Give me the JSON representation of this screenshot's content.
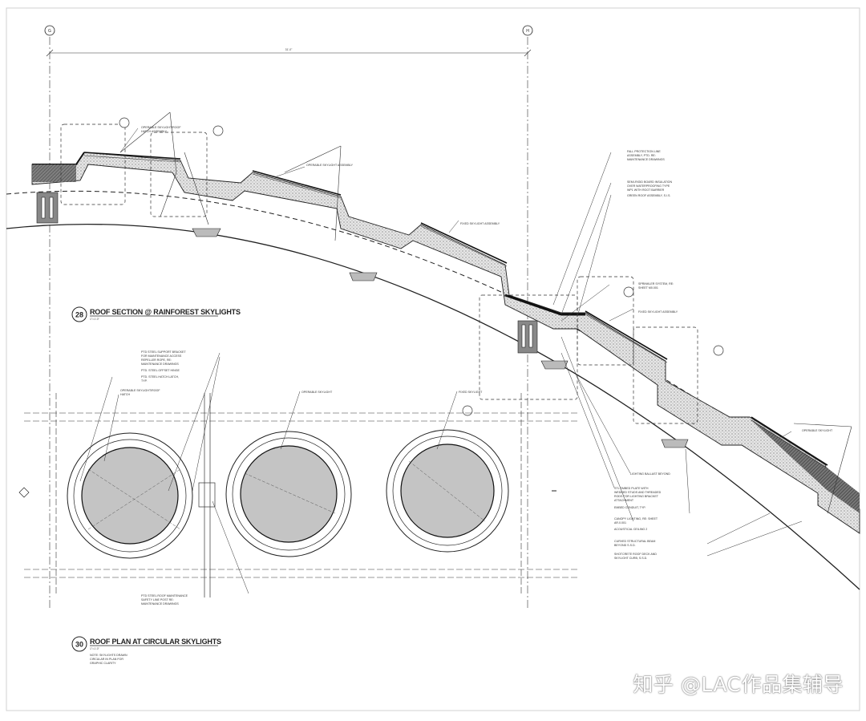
{
  "grid_lines": {
    "left": "G",
    "right": "H",
    "dimension": "31'-0\""
  },
  "section_28": {
    "number": "28",
    "title": "ROOF SECTION @ RAINFOREST SKYLIGHTS",
    "scale": "1\"=1'-0\"",
    "callouts": {
      "operable_hatch": [
        "OPERABLE SKYLIGHT/ROOF",
        "HATCH ASSEMBLY"
      ],
      "operable_skylight": "OPERABLE SKYLIGHT ASSEMBLY",
      "fixed_skylight_upper": "FIXED SKYLIGHT ASSEMBLY",
      "fall_protection": [
        "FALL PROTECTION LINE",
        "ASSEMBLY, PTD. RE:",
        "MAINTENANCE DRAWINGS"
      ],
      "insulation": [
        "SEMI-RIGID BOARD INSULATION",
        "OVER WATERPROOFING TYPE",
        "WP1 WITH ROOT BARRIER"
      ],
      "green_roof": "GREEN ROOF ASSEMBLY, S.I.S.",
      "sprinkler": [
        "SPRINKLER SYSTEM, RE:",
        "SHEET M0.001"
      ],
      "fixed_skylight_mid": "FIXED SKYLIGHT ASSEMBLY",
      "operable_skylight_lower": "OPERABLE SKYLIGHT",
      "lighting_ballast": "LIGHTING BALLAST BEYOND",
      "embed_plate": [
        "STL EMBED PLATE WITH",
        "WEDDED STUDS AND THREADED",
        "RODS FOR LIGHTING BRACKET",
        "ATTACHMENT"
      ],
      "conduit": "EMBED CONDUIT, TYP.",
      "canopy_lighting": [
        "CANOPY LIGHTING, RE: SHEET",
        "AR.0.001"
      ],
      "acoustical": "ACOUSTICAL CEILING 2",
      "curved_beam": [
        "CURVED STRUCTURAL BEAM",
        "BEYOND S.S.D."
      ],
      "roof_deck": [
        "SHOTCRETE ROOF DECK AND",
        "SKYLIGHT CURB, S.S.D."
      ]
    }
  },
  "section_30": {
    "number": "30",
    "title": "ROOF PLAN AT CIRCULAR SKYLIGHTS",
    "scale": "1\"=1'-0\"",
    "note": [
      "NOTE: SKYLIGHTS DRAWN",
      "CIRCULAR IN PLAN FOR",
      "GRAPHIC CLARITY"
    ],
    "callouts": {
      "support_bracket": [
        "PTD STEEL SUPPORT BRACKET",
        "FOR MAINTENANCE ACCESS",
        "REPELLER ROPE, RE:",
        "MAINTENANCE DRAWINGS"
      ],
      "offset_hinge": "PTD. STEEL OFFSET HINGE",
      "hatch_latch": [
        "PTD. STEEL HATCH LATCH,",
        "TYP."
      ],
      "operable_hatch": [
        "OPERABLE SKYLIGHT/ROOF",
        "HATCH"
      ],
      "operable_skylight": "OPERABLE SKYLIGHT",
      "fixed_skylight": "FIXED SKYLIGHT",
      "safety_line": [
        "PTD STEEL ROOF MAINTENANCE",
        "SAFETY LINE POST RE:",
        "MAINTENANCE DRAWINGS"
      ]
    }
  },
  "watermark": "知乎 @LAC作品集辅导",
  "colors": {
    "line": "#2a2a2a",
    "glass": "#bdbdbd",
    "hatch": "#555555",
    "paper": "#ffffff"
  }
}
